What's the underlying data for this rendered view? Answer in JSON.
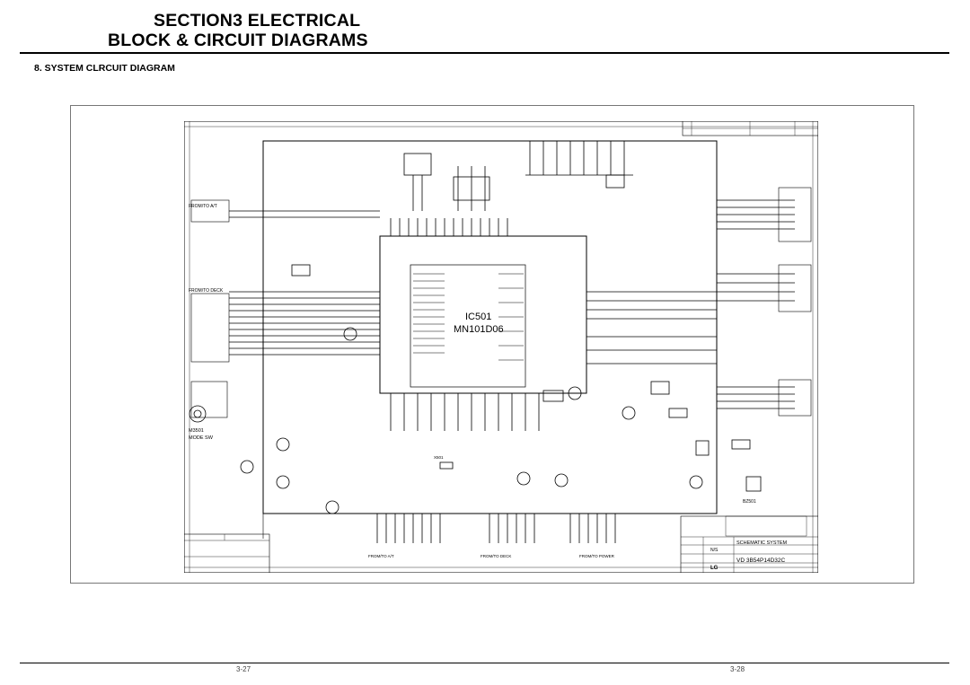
{
  "header": {
    "line1": "SECTION3   ELECTRICAL",
    "line2": "BLOCK & CIRCUIT DIAGRAMS"
  },
  "subheading": "8. SYSTEM CLRCUIT DIAGRAM",
  "schematic": {
    "ic_ref": "IC501",
    "ic_part": "MN101D06",
    "left_connector_top": "FROM/TO A/T",
    "left_connector_mid": "FROM/TO DECK",
    "motor_ref": "M3501",
    "motor_label": "MODE SW",
    "bottom_label_a": "FROM/TO A/T",
    "bottom_label_b": "FROM/TO DECK",
    "bottom_label_c": "FROM/TO POWER",
    "crystal_ref": "X501",
    "buzzer_ref": "BZ501",
    "title_block_name": "SCHEMATIC SYSTEM",
    "title_block_model": "VD 3B54P14D32C",
    "brand": "LG",
    "scale": "N/S"
  },
  "footer": {
    "page_left": "3-27",
    "page_right": "3-28"
  },
  "colors": {
    "ink": "#000000",
    "frame": "#777777",
    "paper": "#ffffff"
  }
}
